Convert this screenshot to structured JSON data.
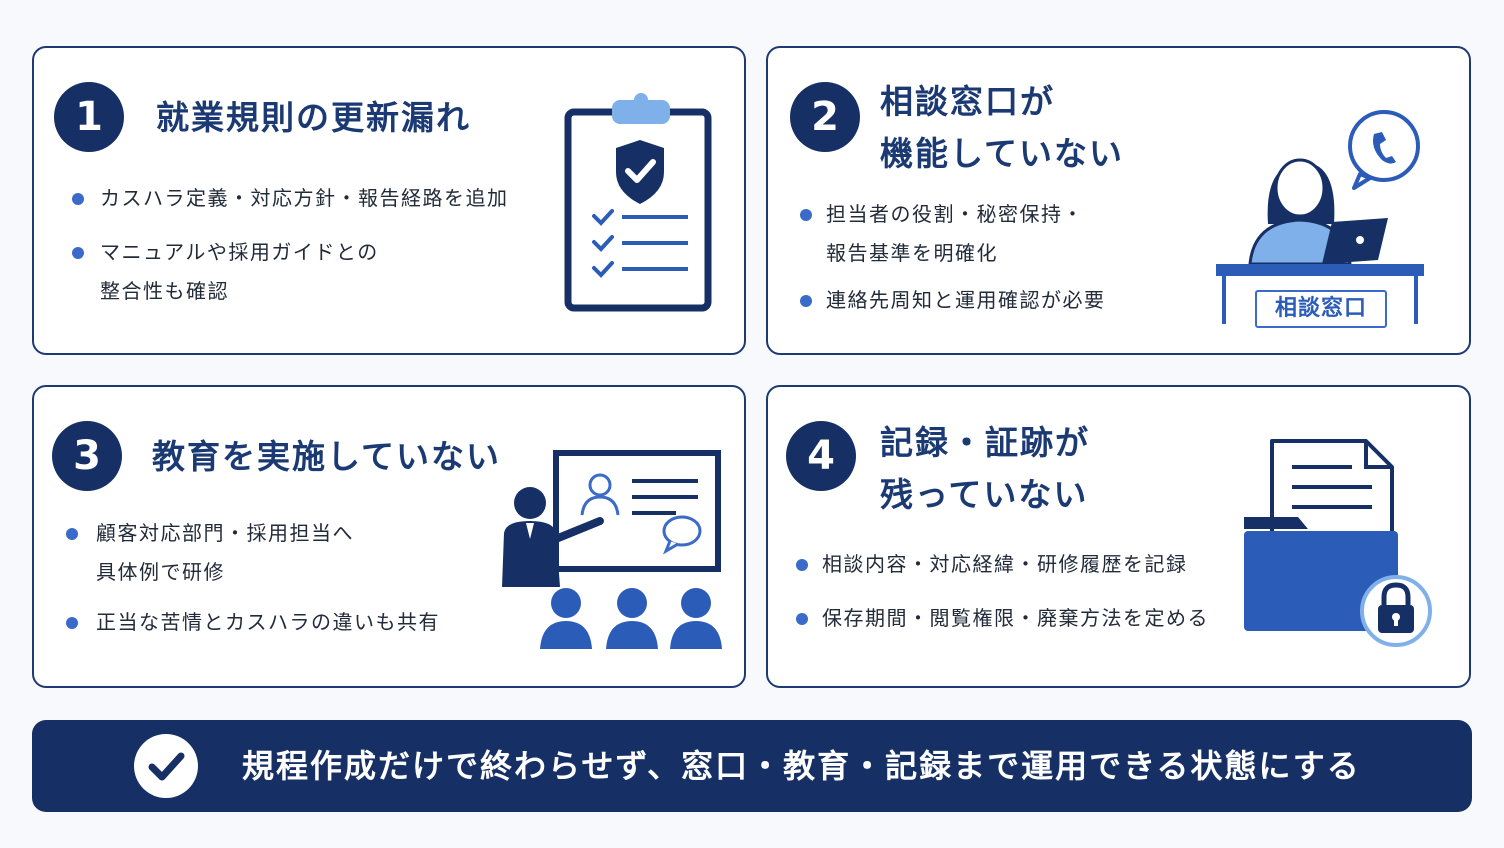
{
  "cards": [
    {
      "number": "1",
      "title": "就業規則の更新漏れ",
      "bullets": [
        "カスハラ定義・対応方針・報告経路を追加",
        "マニュアルや採用ガイドとの\n整合性も確認"
      ],
      "icon": "clipboard-checklist-shield"
    },
    {
      "number": "2",
      "title": "相談窓口が\n機能していない",
      "bullets": [
        "担当者の役割・秘密保持・\n報告基準を明確化",
        "連絡先周知と運用確認が必要"
      ],
      "icon": "consultation-desk-person-phone",
      "desk_sign": "相談窓口"
    },
    {
      "number": "3",
      "title": "教育を実施していない",
      "bullets": [
        "顧客対応部門・採用担当へ\n具体例で研修",
        "正当な苦情とカスハラの違いも共有"
      ],
      "icon": "presentation-training"
    },
    {
      "number": "4",
      "title": "記録・証跡が\n残っていない",
      "bullets": [
        "相談内容・対応経緯・研修履歴を記録",
        "保存期間・閲覧権限・廃棄方法を定める"
      ],
      "icon": "document-folder-lock"
    }
  ],
  "banner": {
    "icon": "check-icon",
    "text": "規程作成だけで終わらせず、窓口・教育・記録まで運用できる状態にする"
  },
  "colors": {
    "navy": "#163066",
    "accent_blue": "#3a6bc9",
    "light_blue": "#7fb0ea"
  }
}
